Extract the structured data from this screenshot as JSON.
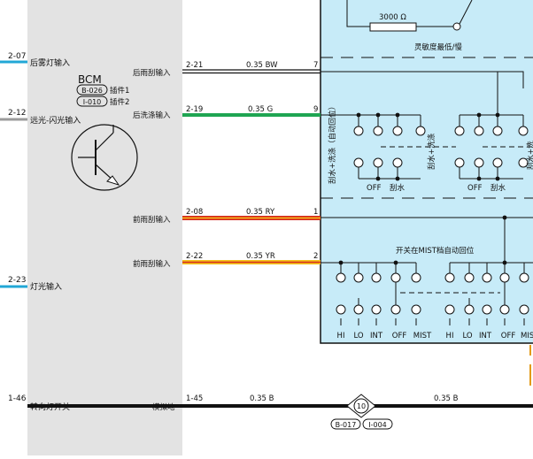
{
  "left_labels": {
    "rear_fog": {
      "ref": "2-07",
      "name": "后雾灯输入"
    },
    "dip_flash": {
      "ref": "2-12",
      "name": "远光-闪光输入"
    },
    "light": {
      "ref": "2-23",
      "name": "灯光输入"
    },
    "turn": {
      "ref": "1-46",
      "name": "转向灯开关"
    }
  },
  "bcm": {
    "title": "BCM",
    "plug1_code": "B-026",
    "plug1_label": "插件1",
    "plug2_code": "I-010",
    "plug2_label": "插件2"
  },
  "inner_labels": {
    "rear_wiper": "后雨刮输入",
    "rear_washer": "后洗涤输入",
    "front_wiper_a": "前雨刮输入",
    "front_wiper_b": "前雨刮输入",
    "analog_ground": "模拟地"
  },
  "wires": {
    "w1": {
      "ref": "2-21",
      "spec": "0.35 BW",
      "pin": "7"
    },
    "w2": {
      "ref": "2-19",
      "spec": "0.35 G",
      "pin": "9"
    },
    "w3": {
      "ref": "2-08",
      "spec": "0.35 RY",
      "pin": "1"
    },
    "w4": {
      "ref": "2-22",
      "spec": "0.35 YR",
      "pin": "2"
    },
    "ground": {
      "ref": "1-45",
      "spec": "0.35 B",
      "spec_right": "0.35 B",
      "node": "10",
      "conn1": "B-017",
      "conn2": "I-004"
    }
  },
  "switch": {
    "resistor": "3000 Ω",
    "sensitivity": "灵敏度最低/慢",
    "rear_vertical_1": "刮水+洗涤（自动回位）",
    "rear_vertical_2": "刮水+洗涤",
    "rear_vertical_3": "刮水+洗",
    "rear_pos": [
      "OFF",
      "刮水",
      "OFF",
      "刮水"
    ],
    "mist_note": "开关在MIST档自动回位",
    "front_pos": [
      "HI",
      "LO",
      "INT",
      "OFF",
      "MIST",
      "HI",
      "LO",
      "INT",
      "OFF",
      "MIS"
    ]
  },
  "colors": {
    "panel_bg": "#e3e3e3",
    "switch_bg": "#c7ebf8",
    "wire_green": "#1fa552",
    "wire_cyan": "#21a7d6",
    "wire_grey": "#9b9b9b",
    "wire_red": "#d62a1c",
    "wire_yellow": "#f4c21a",
    "accent_orange": "#e29a17"
  }
}
